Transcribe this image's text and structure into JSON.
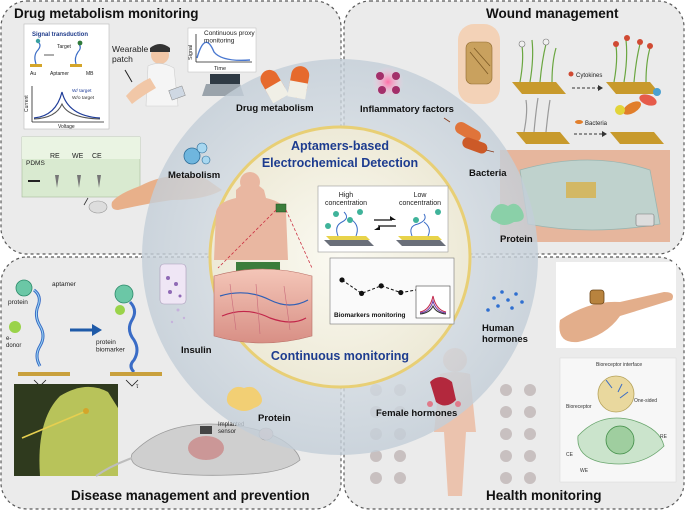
{
  "quadrants": {
    "top_left": "Drug metabolism monitoring",
    "top_right": "Wound management",
    "bottom_left": "Disease management and prevention",
    "bottom_right": "Health monitoring"
  },
  "center": {
    "title_line1": "Aptamers-based",
    "title_line2": "Electrochemical Detection",
    "subtitle": "Continuous monitoring",
    "high_conc": "High\nconcentration",
    "low_conc": "Low\nconcentration",
    "chart_label": "Biomarkers monitoring"
  },
  "ring_labels": {
    "drug_metabolism": "Drug metabolism",
    "metabolism": "Metabolism",
    "inflammatory": "Inflammatory factors",
    "bacteria": "Bacteria",
    "protein_right": "Protein",
    "insulin": "Insulin",
    "protein_bottom": "Protein",
    "human_hormones": "Human\nhormones",
    "female_hormones": "Female hormones"
  },
  "tl": {
    "signal_transduction": "Signal transduction",
    "target": "Target",
    "au": "Au",
    "aptamer": "Aptamer",
    "mb": "MB",
    "current": "Current",
    "voltage": "Voltage",
    "w_target": "W/ target",
    "wo_target": "W/o target",
    "wearable_patch": "Wearable\npatch",
    "signal": "Signal",
    "time": "Time",
    "continuous_proxy": "Continuous proxy\nmonitoring",
    "pdms": "PDMS",
    "re": "RE",
    "we": "WE",
    "ce": "CE"
  },
  "tr": {
    "cytokines": "Cytokines",
    "bacteria": "Bacteria"
  },
  "bl": {
    "protein": "protein",
    "aptamer": "aptamer",
    "donor": "e-\ndonor",
    "protein_biomarker": "protein\nbiomarker",
    "implanted_sensor": "Implanted\nsensor"
  },
  "br": {
    "bioreceptor": "Bioreceptor",
    "one_sided": "One-sided",
    "re": "RE",
    "ce": "CE",
    "we": "WE",
    "interface": "Bioreceptor interface"
  },
  "colors": {
    "quad_bg": "#e9e9e9",
    "ring": "#c9d3dc",
    "center_bg": "#f6f4ea",
    "title_blue": "#1d3c8f",
    "center_border": "#e6cf7a"
  },
  "chart_data": {
    "type": "line",
    "values": [
      0.62,
      0.3,
      0.48,
      0.32,
      0.4,
      0.36
    ]
  }
}
